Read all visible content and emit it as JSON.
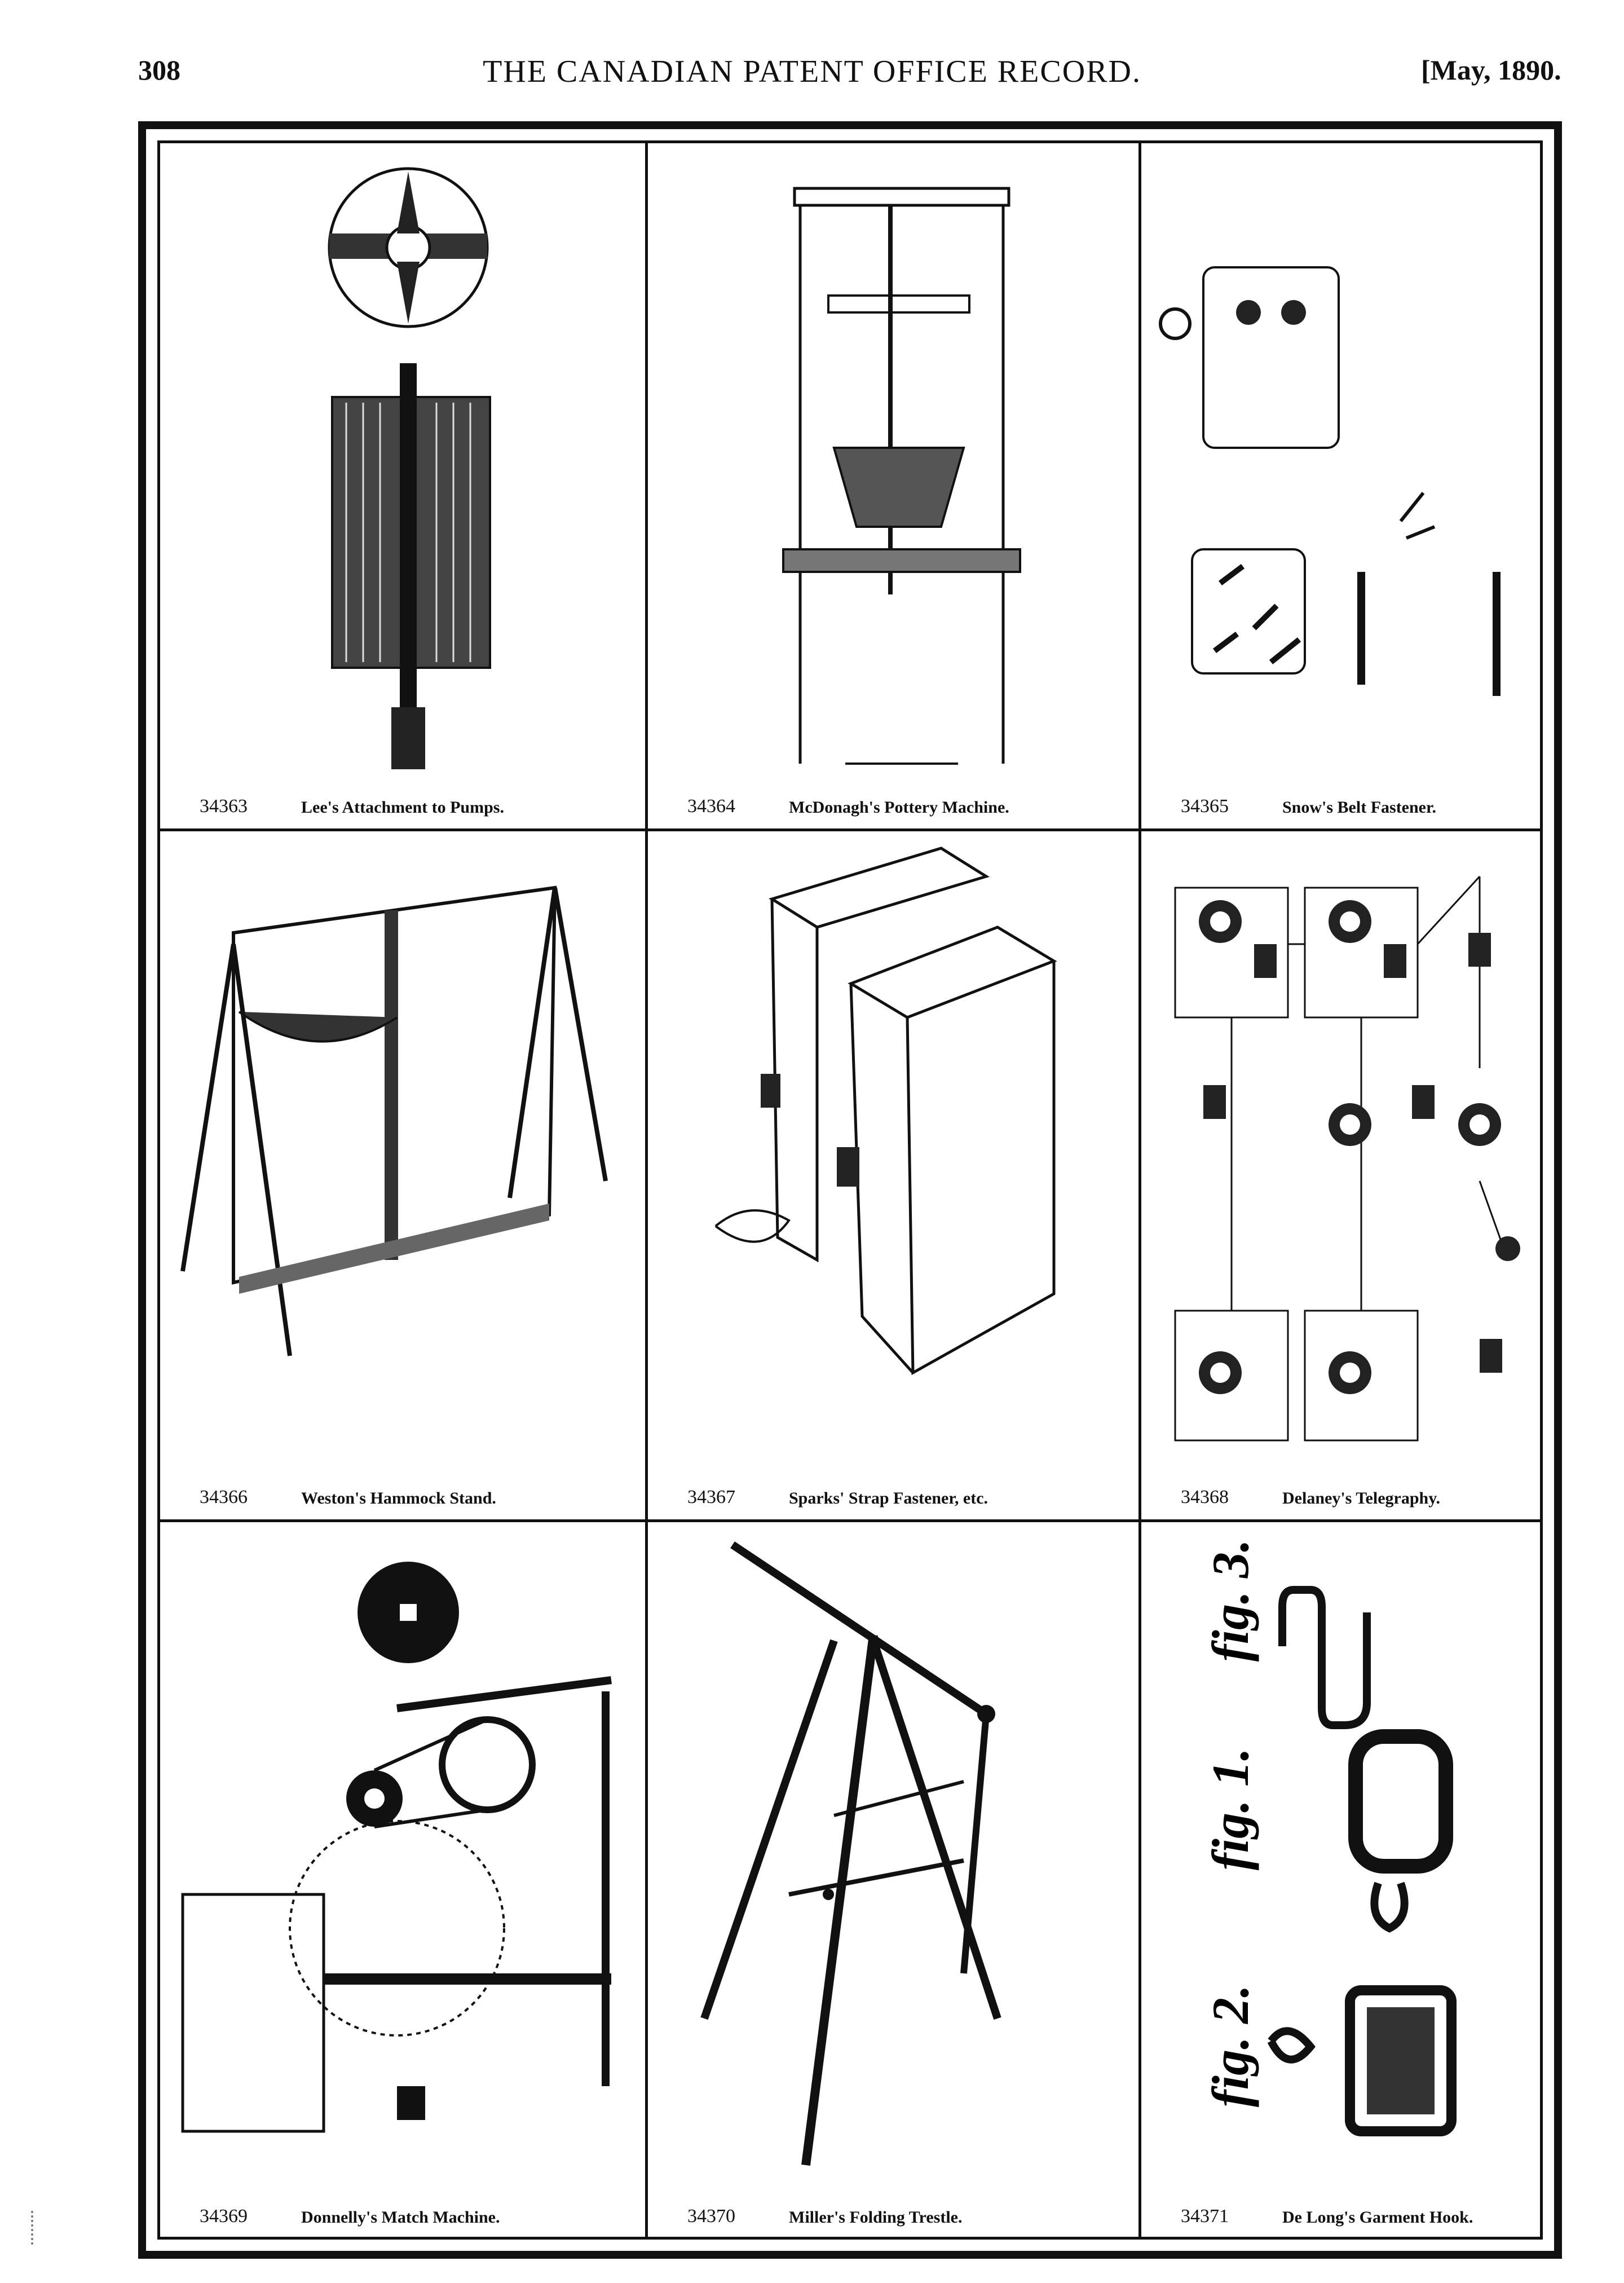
{
  "header": {
    "page_number": "308",
    "title": "THE CANADIAN PATENT OFFICE RECORD.",
    "date": "[May, 1890."
  },
  "patents": [
    {
      "number": "34363",
      "title": "Lee's Attachment to Pumps."
    },
    {
      "number": "34364",
      "title": "McDonagh's Pottery Machine."
    },
    {
      "number": "34365",
      "title": "Snow's Belt Fastener."
    },
    {
      "number": "34366",
      "title": "Weston's Hammock Stand."
    },
    {
      "number": "34367",
      "title": "Sparks' Strap Fastener, etc."
    },
    {
      "number": "34368",
      "title": "Delaney's Telegraphy."
    },
    {
      "number": "34369",
      "title": "Donnelly's Match Machine."
    },
    {
      "number": "34370",
      "title": "Miller's Folding Trestle."
    },
    {
      "number": "34371",
      "title": "De Long's Garment Hook."
    }
  ],
  "figure_labels": {
    "fig1": "fig. 1.",
    "fig2": "fig. 2.",
    "fig3": "fig. 3."
  }
}
